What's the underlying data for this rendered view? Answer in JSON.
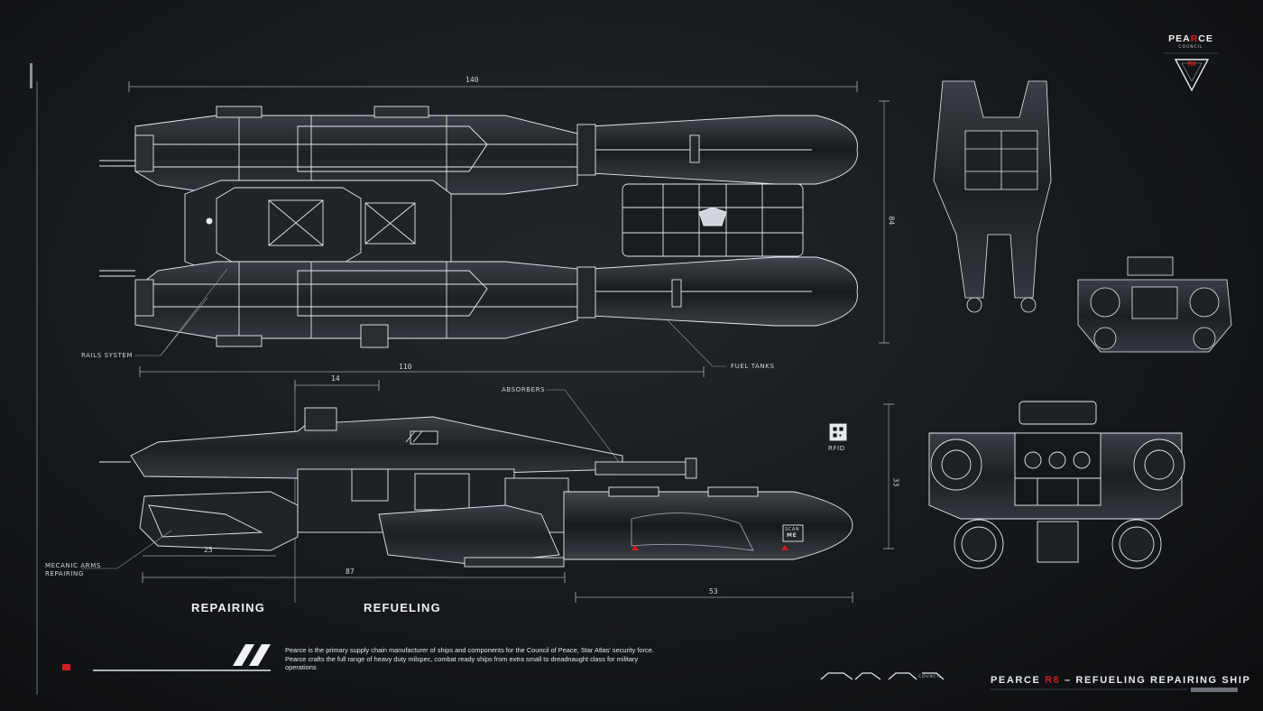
{
  "brand": {
    "name_prefix": "PEA",
    "name_highlight": "R",
    "name_suffix": "CE",
    "subtitle": "COUNCIL",
    "badge": "R8",
    "accent_color": "#d21c24"
  },
  "dimensions": {
    "top_length": "140",
    "top_width": "84",
    "top_inner": "110",
    "side_small": "14",
    "side_arm": "25",
    "side_total": "87",
    "side_tank": "53",
    "side_height": "33"
  },
  "callouts": {
    "rails_system": "RAILS SYSTEM",
    "fuel_tanks": "FUEL TANKS",
    "absorbers": "ABSORBERS",
    "mecanic_arms_line1": "MECANIC ARMS",
    "mecanic_arms_line2": "REPAIRING",
    "rfid": "RFID",
    "scan_line1": "SCAN",
    "scan_line2": "ME"
  },
  "sections": {
    "repairing": "REPAIRING",
    "refueling": "REFUELING"
  },
  "description": "Pearce is the primary supply chain manufacturer of ships and components for the Council of Peace, Star Atlas' security force. Pearce crafts the full range of heavy duty milspec, combat ready ships from extra small to dreadnaught class for military operations",
  "footer": {
    "title_prefix": "PEARCE ",
    "title_highlight": "R8",
    "title_suffix": " – REFUELING REPAIRING SHIP",
    "council": "COUNCIL"
  }
}
